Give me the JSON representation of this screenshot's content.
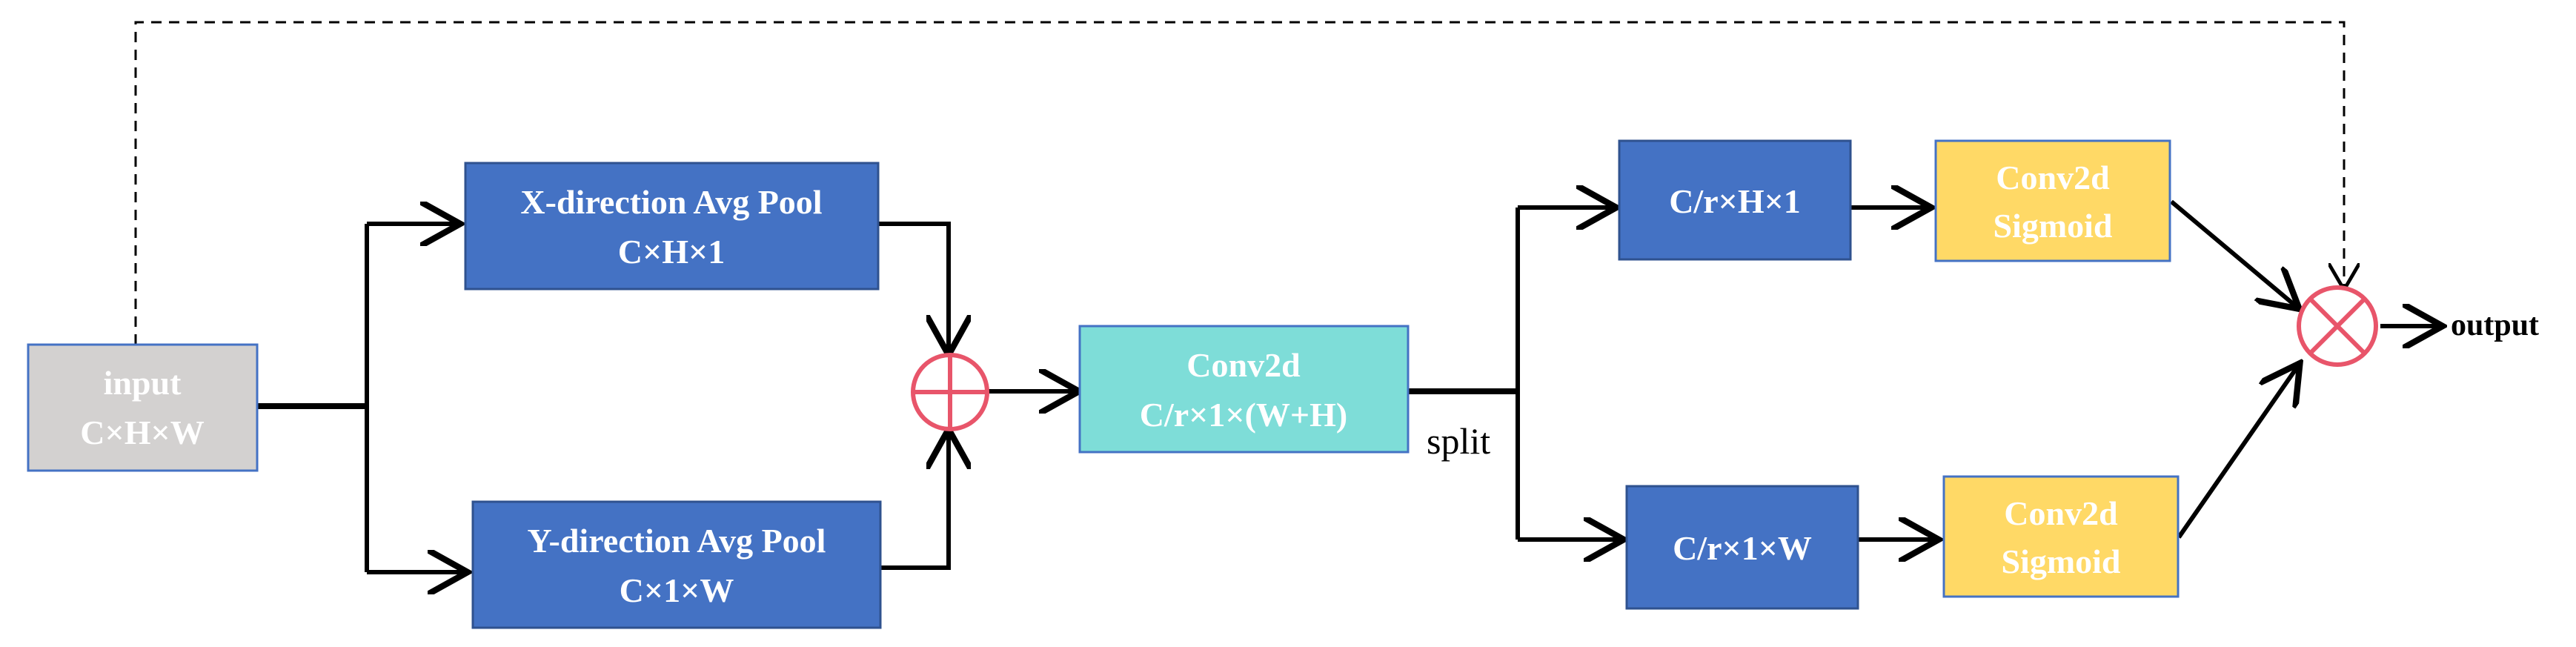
{
  "nodes": {
    "input": {
      "line1": "input",
      "line2": "C×H×W",
      "fill": "#D3D1D0",
      "stroke": "#4472C4"
    },
    "x_pool": {
      "line1": "X-direction Avg Pool",
      "line2": "C×H×1",
      "fill": "#4472C4"
    },
    "y_pool": {
      "line1": "Y-direction Avg Pool",
      "line2": "C×1×W",
      "fill": "#4472C4"
    },
    "conv_mid": {
      "line1": "Conv2d",
      "line2": "C/r×1×(W+H)",
      "fill": "#7EDDD8"
    },
    "h_branch": {
      "line1": "C/r×H×1",
      "fill": "#4472C4"
    },
    "w_branch": {
      "line1": "C/r×1×W",
      "fill": "#4472C4"
    },
    "conv_top": {
      "line1": "Conv2d",
      "line2": "Sigmoid",
      "fill": "#FFD966"
    },
    "conv_bottom": {
      "line1": "Conv2d",
      "line2": "Sigmoid",
      "fill": "#FFD966"
    }
  },
  "operators": {
    "add": {
      "symbol": "plus",
      "color": "#E8556A"
    },
    "multiply": {
      "symbol": "times",
      "color": "#E8556A"
    }
  },
  "labels": {
    "split": "split",
    "output": "output"
  },
  "colors": {
    "arrow": "#000000",
    "box_text": "#FFFFFF"
  }
}
